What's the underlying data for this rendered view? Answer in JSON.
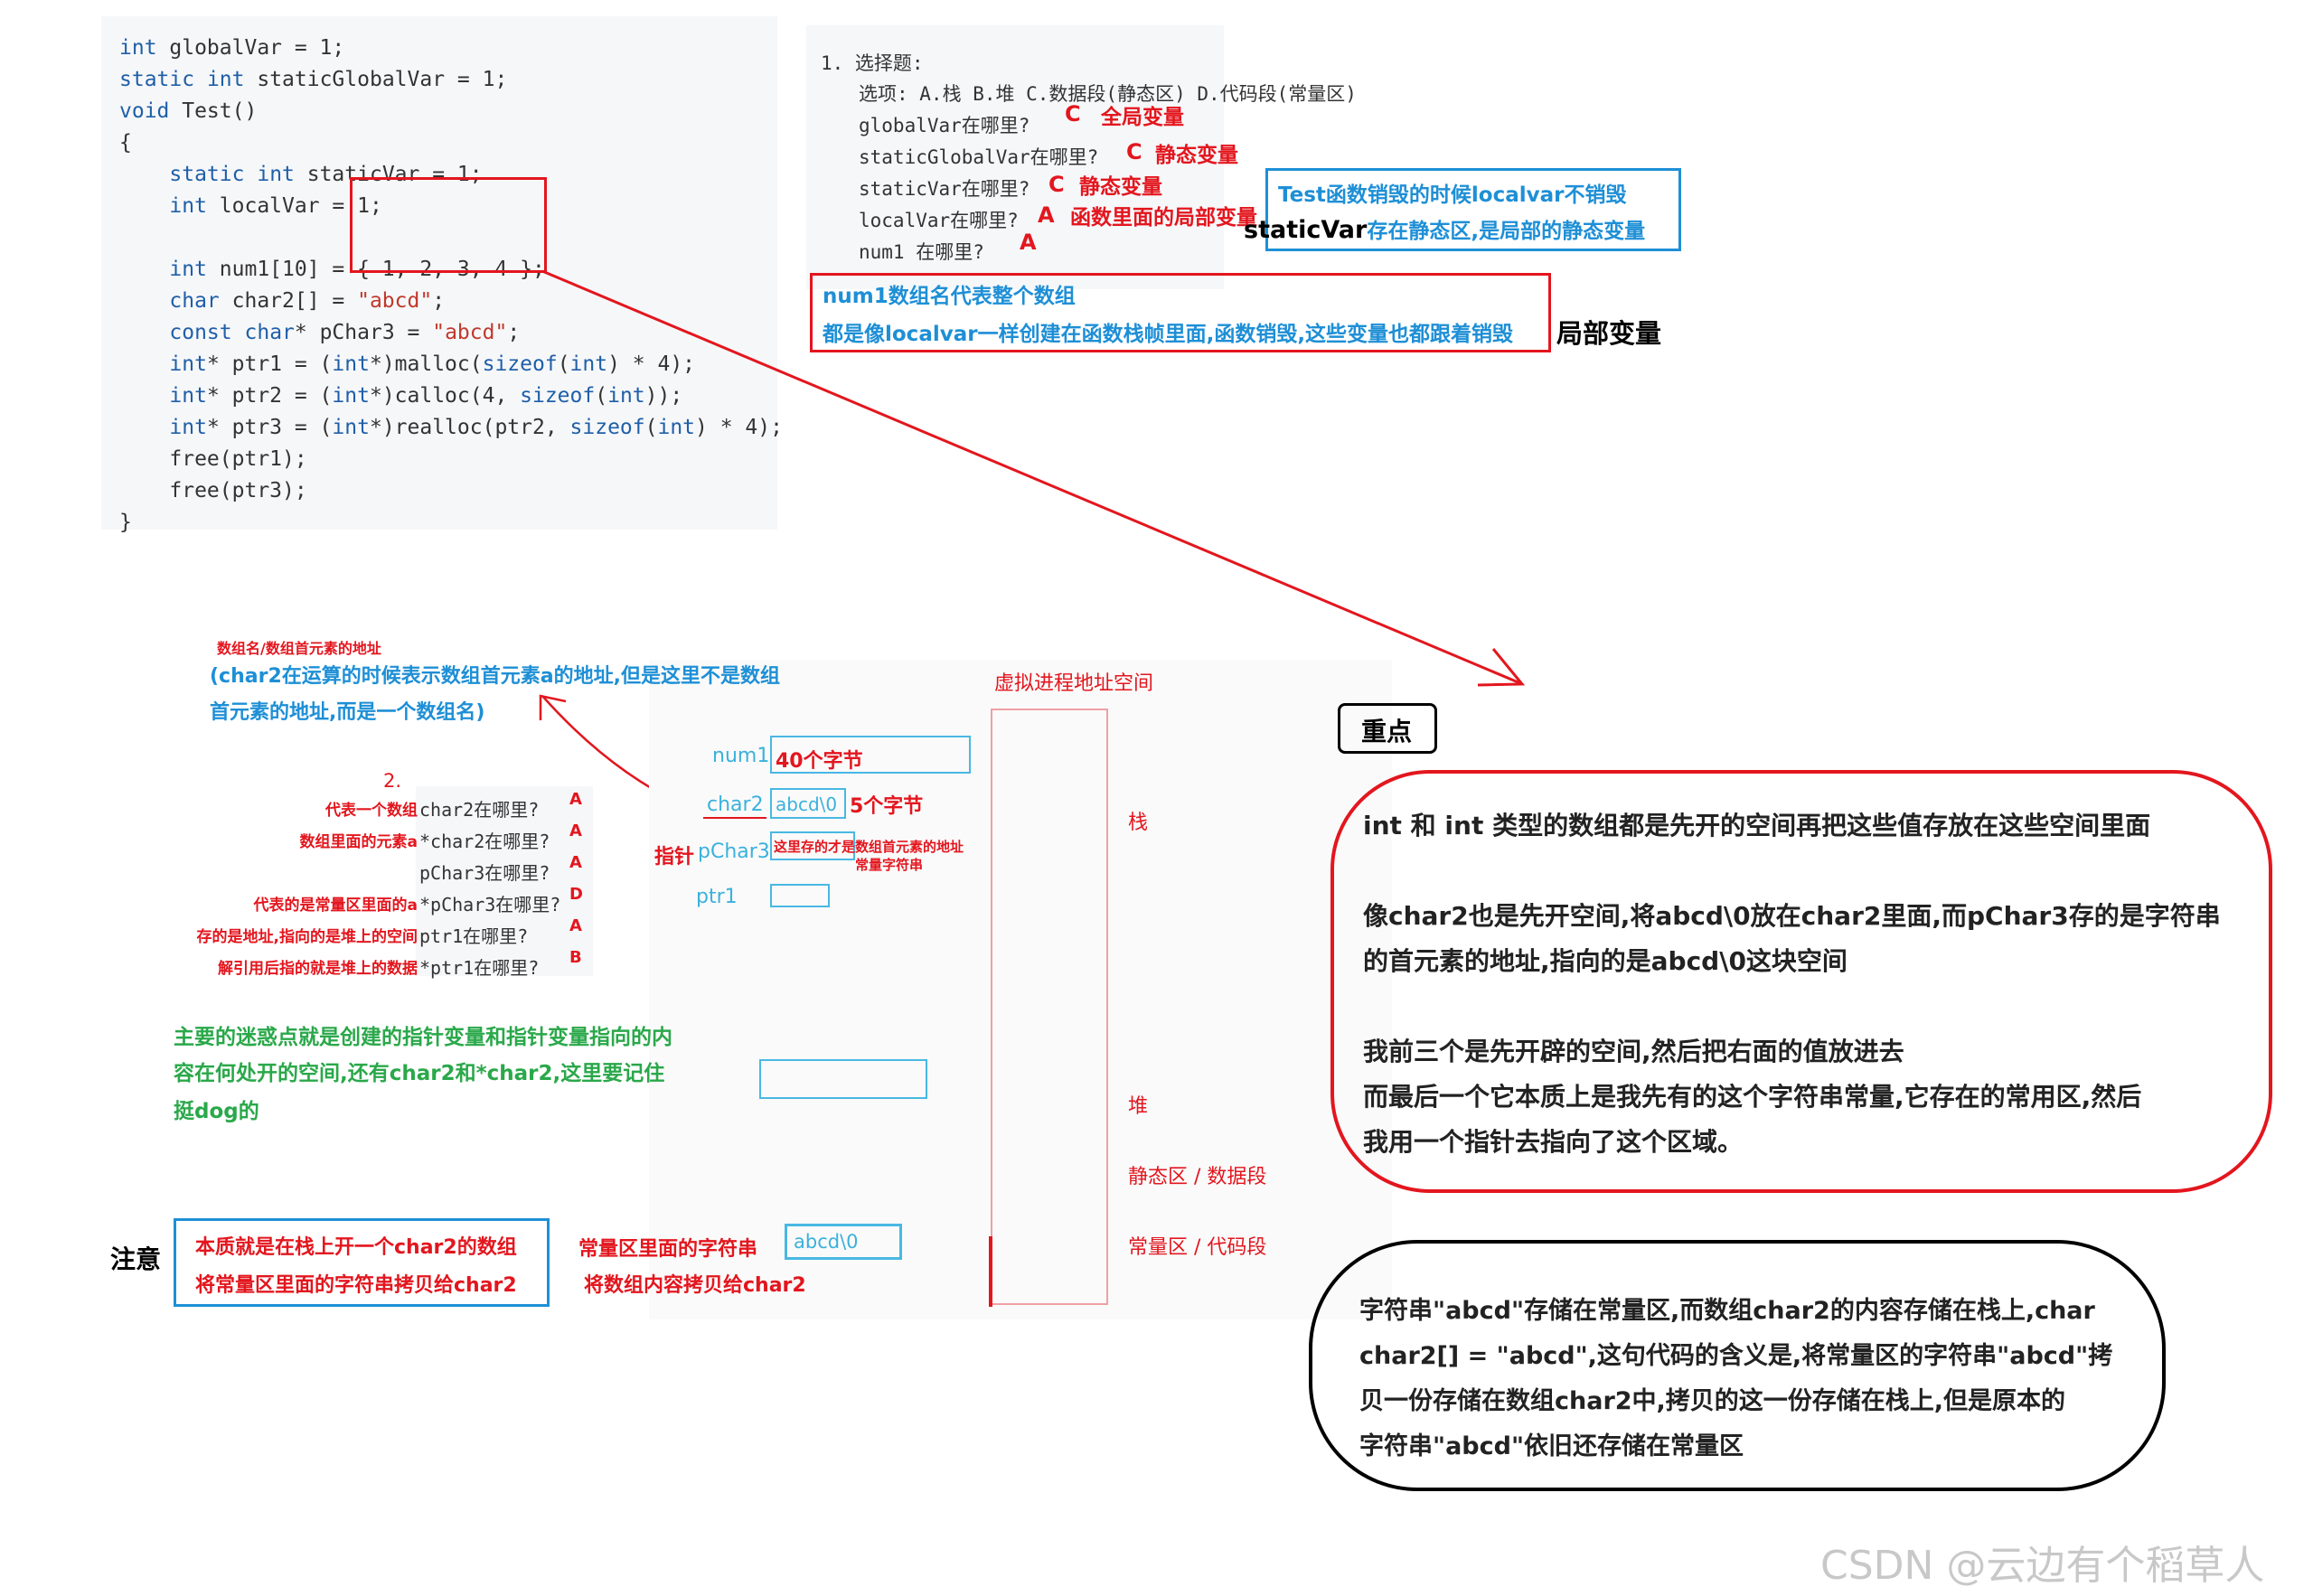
{
  "code": {
    "lines": [
      "int globalVar = 1;",
      "static int staticGlobalVar = 1;",
      "void Test()",
      "{",
      "    static int staticVar = 1;",
      "    int localVar = 1;",
      "",
      "    int num1[10] = { 1, 2, 3, 4 };",
      "    char char2[] = \"abcd\";",
      "    const char* pChar3 = \"abcd\";",
      "    int* ptr1 = (int*)malloc(sizeof(int) * 4);",
      "    int* ptr2 = (int*)calloc(4, sizeof(int));",
      "    int* ptr3 = (int*)realloc(ptr2, sizeof(int) * 4);",
      "    free(ptr1);",
      "    free(ptr3);",
      "}"
    ]
  },
  "quiz": {
    "title": "1. 选择题:",
    "options": "选项: A.栈   B.堆   C.数据段(静态区)   D.代码段(常量区)",
    "q1": "globalVar在哪里?",
    "q1_ans": "C",
    "q1_note": "全局变量",
    "q2": "staticGlobalVar在哪里?",
    "q2_ans": "C",
    "q2_note": "静态变量",
    "q3": "staticVar在哪里?",
    "q3_ans": "C",
    "q3_note": "静态变量",
    "q4": "localVar在哪里?",
    "q4_ans": "A",
    "q4_note": "函数里面的局部变量",
    "q5": "num1 在哪里?",
    "q5_ans": "A"
  },
  "notes": {
    "static_box_line1": "Test函数销毁的时候localvar不销毁",
    "static_box_prefix": "staticVar",
    "static_box_line2": "存在静态区,是局部的静态变量",
    "num1_line1": "num1数组名代表整个数组",
    "num1_line2": "都是像localvar一样创建在函数栈帧里面,函数销毁,这些变量也都跟着销毁",
    "local_var": "局部变量",
    "arr_title": "数组名/数组首元素的地址",
    "arr_line1": "(char2在运算的时候表示数组首元素a的地址,但是这里不是数组",
    "arr_line2": "首元素的地址,而是一个数组名)",
    "q2_title": "2.",
    "confuse_line1": "主要的迷惑点就是创建的指针变量和指针变量指向的内",
    "confuse_line2": "容在何处开的空间,还有char2和*char2,这里要记住",
    "confuse_line3": "挺dog的",
    "attention": "注意",
    "essence_line1": "本质就是在栈上开一个char2的数组",
    "essence_line2": "将常量区里面的字符串拷贝给char2",
    "const_str_line1": "常量区里面的字符串",
    "const_str_line2": "将数组内容拷贝给char2",
    "key_point": "重点"
  },
  "section2": {
    "rows": [
      {
        "note": "代表一个数组",
        "q": "char2在哪里?",
        "ans": "A"
      },
      {
        "note": "数组里面的元素a",
        "q": "*char2在哪里?",
        "ans": "A"
      },
      {
        "note": "",
        "q": "pChar3在哪里?",
        "ans": "A"
      },
      {
        "note": "代表的是常量区里面的a",
        "q": "*pChar3在哪里?",
        "ans": "D"
      },
      {
        "note": "存的是地址,指向的是堆上的空间",
        "q": "ptr1在哪里?",
        "ans": "A"
      },
      {
        "note": "解引用后指的就是堆上的数据",
        "q": "*ptr1在哪里?",
        "ans": "B"
      }
    ]
  },
  "memory": {
    "title": "虚拟进程地址空间",
    "num1_label": "num1",
    "num1_size": "40个字节",
    "char2_label": "char2",
    "char2_value": "abcd\\0",
    "char2_size": "5个字节",
    "pointer_label": "指针",
    "pchar3_label": "pChar3",
    "pchar3_note1": "这里存的才是数组首元素的地址",
    "pchar3_note2": "常量字符串",
    "ptr1_label": "ptr1",
    "stack": "栈",
    "heap": "堆",
    "static_seg": "静态区 / 数据段",
    "const_seg": "常量区 / 代码段",
    "const_value": "abcd\\0"
  },
  "summary": {
    "red_oval": [
      "int 和 int 类型的数组都是先开的空间再把这些值存放在这些空间里面",
      "",
      "像char2也是先开空间,将abcd\\0放在char2里面,而pChar3存的是字符串",
      "的首元素的地址,指向的是abcd\\0这块空间",
      "",
      "我前三个是先开辟的空间,然后把右面的值放进去",
      "而最后一个它本质上是我先有的这个字符串常量,它存在的常用区,然后",
      "我用一个指针去指向了这个区域。"
    ],
    "black_oval": [
      "字符串\"abcd\"存储在常量区,而数组char2的内容存储在栈上,char",
      "char2[] = \"abcd\",这句代码的含义是,将常量区的字符串\"abcd\"拷",
      "贝一份存储在数组char2中,拷贝的这一份存储在栈上,但是原本的",
      "字符串\"abcd\"依旧还存储在常量区"
    ]
  },
  "watermark": "CSDN @云边有个稻草人",
  "colors": {
    "red": "#e3161e",
    "blue": "#1e8fd6",
    "green": "#2aa84a",
    "cyan": "#3ab1dd"
  }
}
